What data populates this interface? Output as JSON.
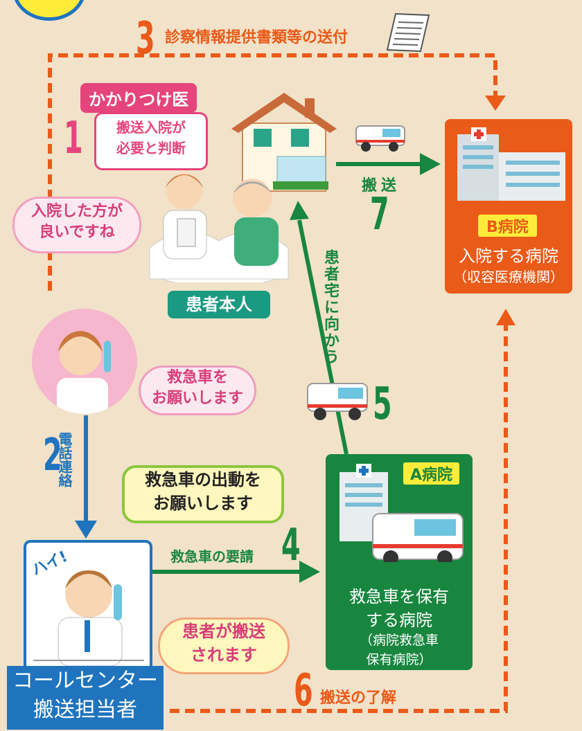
{
  "colors": {
    "background": "#f1e2c9",
    "orange": "#ea5a18",
    "green": "#18863f",
    "blue": "#1f74bd",
    "pink": "#e5457c",
    "teal": "#1b9a82"
  },
  "steps": [
    {
      "number": "1",
      "label": ""
    },
    {
      "number": "2",
      "label": "電話連絡"
    },
    {
      "number": "3",
      "label": "診察情報提供書類等の送付"
    },
    {
      "number": "4",
      "label": "救急車の要請"
    },
    {
      "number": "5",
      "label": "患者宅に向かう"
    },
    {
      "number": "6",
      "label": "搬送の了解"
    },
    {
      "number": "7",
      "label": "搬送"
    }
  ],
  "doctor": {
    "title": "かかりつけ医",
    "judgment_line1": "搬送入院が",
    "judgment_line2": "必要と判断"
  },
  "bubbles": {
    "doctor_line1": "入院した方が",
    "doctor_line2": "良いですね",
    "nurse_line1": "救急車を",
    "nurse_line2": "お願いします",
    "dispatch_line1": "救急車の出動を",
    "dispatch_line2": "お願いします",
    "operator_reply": "ハイ!",
    "transport_line1": "患者が搬送",
    "transport_line2": "されます"
  },
  "patient": {
    "label": "患者本人"
  },
  "hospital_b": {
    "tag": "B病院",
    "line1": "入院する病院",
    "line2": "（収容医療機関）"
  },
  "hospital_a": {
    "tag": "A病院",
    "line1": "救急車を保有",
    "line2": "する病院",
    "line3": "（病院救急車",
    "line4": "保有病院）"
  },
  "call_center": {
    "line1": "コールセンター",
    "line2": "搬送担当者"
  }
}
